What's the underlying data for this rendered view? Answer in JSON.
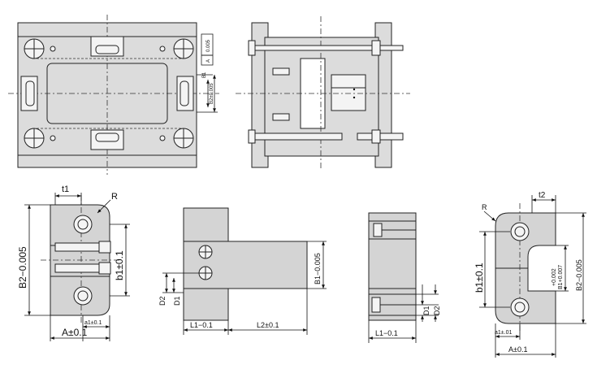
{
  "top_left_view": {
    "tol_box_a": "0.005",
    "tol_box_b": "A",
    "b1_label": "B1",
    "b2_label": "B2±0.005"
  },
  "part1": {
    "t1": "t1",
    "r": "R",
    "b2": "B2−0.005",
    "b1": "b1±0.1",
    "a1": "a1±0.1",
    "a": "A±0.1"
  },
  "part2": {
    "b1": "B1−0.005",
    "d2": "D2",
    "d1": "D1",
    "l1": "L1−0.1",
    "l2": "L2±0.1"
  },
  "part3": {
    "d1": "D1",
    "d2": "D2",
    "l1": "L1−0.1"
  },
  "part4": {
    "r": "R",
    "t2": "t2",
    "b1": "b1±0.1",
    "b1_tol_a": "+0.002",
    "b1_tol_b": "B1+0.007",
    "b2": "B2−0.005",
    "a1": "a1±.01",
    "a": "A±0.1"
  }
}
